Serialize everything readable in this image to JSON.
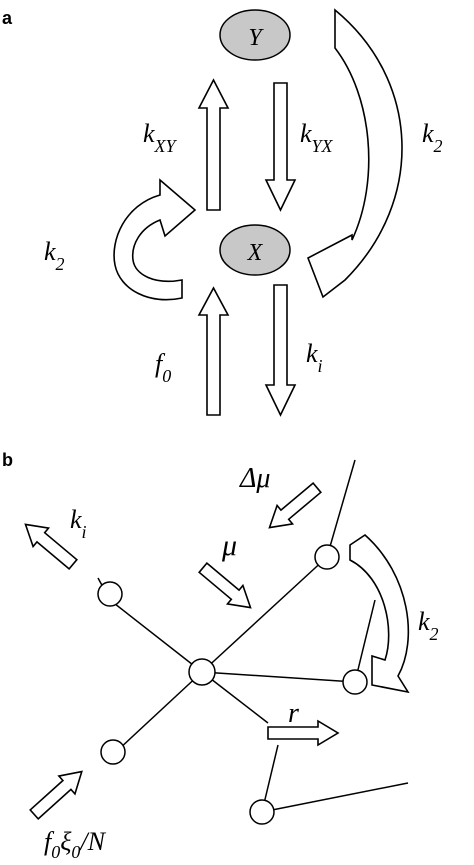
{
  "panel_a": {
    "label": "a",
    "node_y": "Y",
    "node_x": "X",
    "rate_xy": {
      "base": "k",
      "sub": "XY"
    },
    "rate_yx": {
      "base": "k",
      "sub": "YX"
    },
    "rate_k2_right": {
      "base": "k",
      "sub": "2"
    },
    "rate_k2_left": {
      "base": "k",
      "sub": "2"
    },
    "rate_f0": {
      "base": "f",
      "sub": "0"
    },
    "rate_ki": {
      "base": "k",
      "sub": "i"
    }
  },
  "panel_b": {
    "label": "b",
    "delta_mu": "Δμ",
    "mu": "μ",
    "rate_ki": {
      "base": "k",
      "sub": "i"
    },
    "rate_k2": {
      "base": "k",
      "sub": "2"
    },
    "r": "r",
    "f0xi0N": {
      "f": "f",
      "sub1": "0",
      "xi": "ξ",
      "sub2": "0",
      "tail": "/N"
    }
  },
  "colors": {
    "state_fill": "#c8c8c8",
    "stroke": "#000000"
  }
}
